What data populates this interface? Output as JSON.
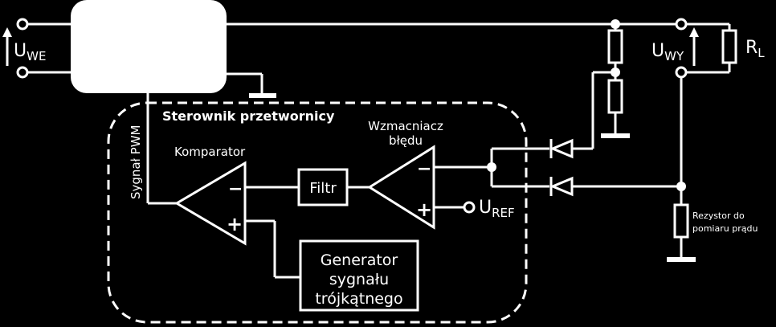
{
  "labels": {
    "u_we": "U",
    "u_we_sub": "WE",
    "u_wy": "U",
    "u_wy_sub": "WY",
    "r_l": "R",
    "r_l_sub": "L",
    "u_ref": "U",
    "u_ref_sub": "REF",
    "controller_title": "Sterownik przetwornicy",
    "pwm_signal": "Sygnał PWM",
    "comparator": "Komparator",
    "error_amp_line1": "Wzmacniacz",
    "error_amp_line2": "błędu",
    "filter": "Filtr",
    "generator_line1": "Generator",
    "generator_line2": "sygnału",
    "generator_line3": "trójkątnego",
    "resistor_line1": "Rezystor do",
    "resistor_line2": "pomiaru  prądu",
    "plus": "+",
    "minus": "−"
  },
  "colors": {
    "background": "#000000",
    "stroke": "#ffffff",
    "converter_fill": "#ffffff"
  }
}
